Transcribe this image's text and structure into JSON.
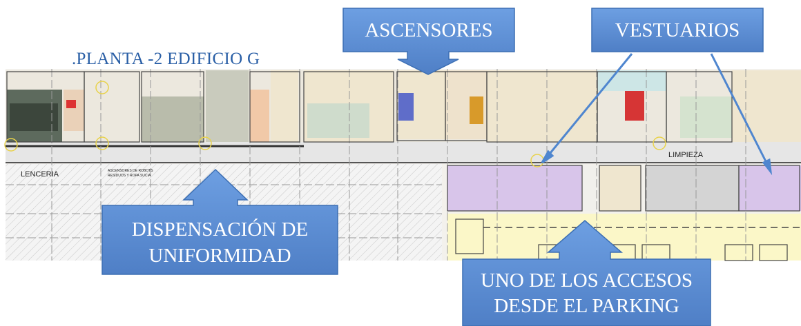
{
  "plan_title": ".PLANTA -2 EDIFICIO G",
  "floorplan_labels": {
    "lenceria": "LENCERIA",
    "ascensores_robots": "ASCENSORES DE ROBOTS",
    "residuos_ropa": "RESIDUOS Y ROPA SUCIA",
    "limpieza": "LIMPIEZA"
  },
  "callouts": {
    "ascensores": "ASCENSORES",
    "vestuarios": "VESTUARIOS",
    "dispensacion_line1": "DISPENSACIÓN DE",
    "dispensacion_line2": "UNIFORMIDAD",
    "accesos_line1": "UNO DE LOS ACCESOS",
    "accesos_line2": "DESDE EL PARKING"
  },
  "colors": {
    "callout_fill": "#5b8fd6",
    "callout_stroke": "#3c6fb4",
    "arrow_line": "#4f86cf",
    "room_tan": "#efe6cf",
    "room_purple": "#d8c5ea",
    "room_green": "#d5e3cf",
    "room_gray": "#c9cbbd",
    "room_salmon": "#f1c9a8",
    "corridor": "#e6e6e6",
    "parking_yellow": "#fbf7c8"
  }
}
